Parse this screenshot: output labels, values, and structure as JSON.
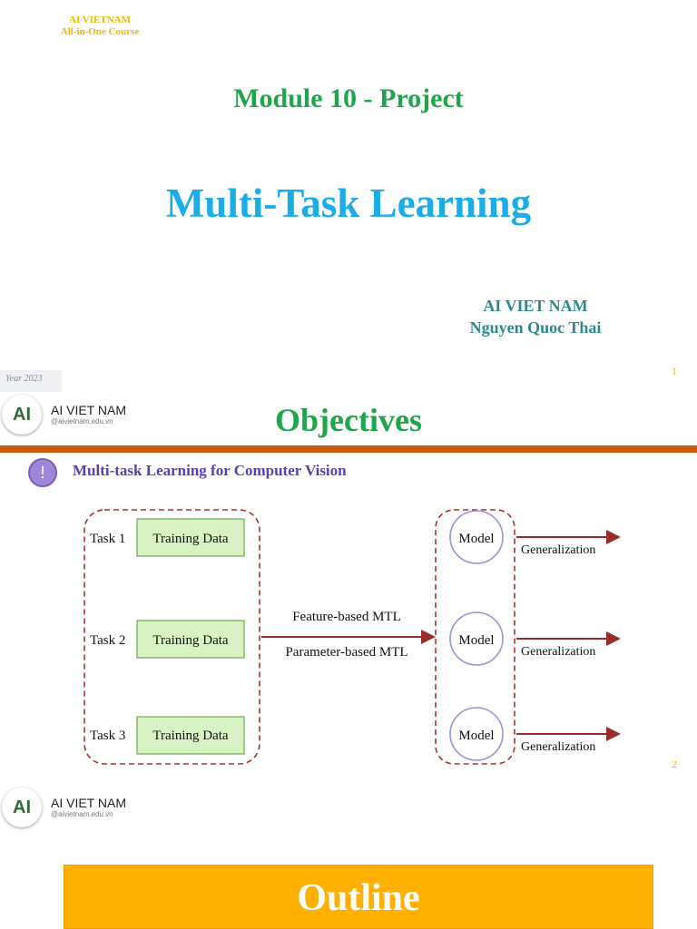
{
  "slide1": {
    "brand_line1": "AI VIETNAM",
    "brand_line2": "All-in-One Course",
    "module_title": "Module 10 - Project",
    "main_title": "Multi-Task Learning",
    "author_org": "AI VIET NAM",
    "author_name": "Nguyen Quoc Thai",
    "year_tag": "Year 2023",
    "page_number": "1"
  },
  "logo": {
    "mark": "AI",
    "name": "AI VIET NAM",
    "url": "@aivietnam.edu.vn"
  },
  "slide2": {
    "title": "Objectives",
    "alert_symbol": "!",
    "subtitle": "Multi-task Learning for Computer Vision",
    "tasks": [
      {
        "task": "Task 1",
        "data": "Training Data"
      },
      {
        "task": "Task 2",
        "data": "Training Data"
      },
      {
        "task": "Task 3",
        "data": "Training Data"
      }
    ],
    "arrow_top_label": "Feature-based MTL",
    "arrow_bottom_label": "Parameter-based MTL",
    "models": [
      {
        "model": "Model",
        "output": "Generalization"
      },
      {
        "model": "Model",
        "output": "Generalization"
      },
      {
        "model": "Model",
        "output": "Generalization"
      }
    ],
    "page_number": "2",
    "colors": {
      "training_fill": "#d9f2c4",
      "training_border": "#6aa84f",
      "dashed_border": "#a83232",
      "model_border": "#a58ed8",
      "arrow": "#9b2c2c"
    }
  },
  "slide3": {
    "title": "Outline"
  }
}
